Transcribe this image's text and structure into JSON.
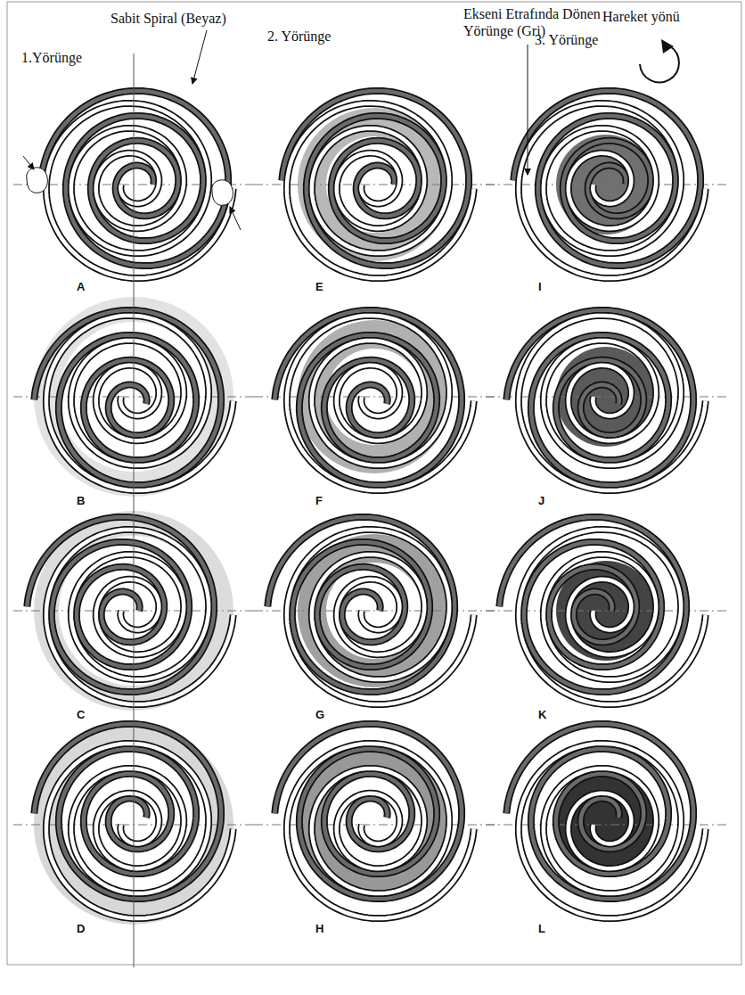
{
  "diagram": {
    "labels": [
      "Sabit Spiral (Beyaz)",
      "Ekseni Etrafında Dönen Yörünge (Gri)",
      "Hareket yönü",
      "1.Yörünge",
      "2. Yörünge",
      "3. Yörünge",
      "A",
      "E",
      "I",
      "B",
      "F",
      "J",
      "C",
      "G",
      "K",
      "D",
      "H",
      "L"
    ]
  }
}
